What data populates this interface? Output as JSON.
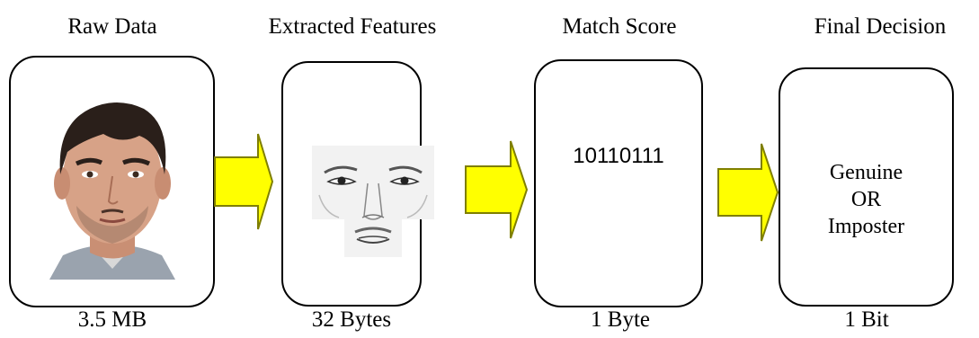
{
  "stages": [
    {
      "title": "Raw Data",
      "caption": "3.5 MB"
    },
    {
      "title": "Extracted Features",
      "caption": "32 Bytes"
    },
    {
      "title": "Match Score",
      "caption": "1 Byte"
    },
    {
      "title": "Final Decision",
      "caption": "1 Bit"
    }
  ],
  "match_score": {
    "value": "10110111"
  },
  "final_decision": {
    "line1": "Genuine",
    "line2": "OR",
    "line3": "Imposter"
  },
  "icons": {
    "raw_data": "face-photo-icon",
    "features": "face-sketch-icon",
    "arrow": "right-arrow-icon"
  },
  "colors": {
    "arrow_fill": "#ffff00",
    "arrow_stroke": "#7f7f00",
    "box_border": "#000000"
  }
}
